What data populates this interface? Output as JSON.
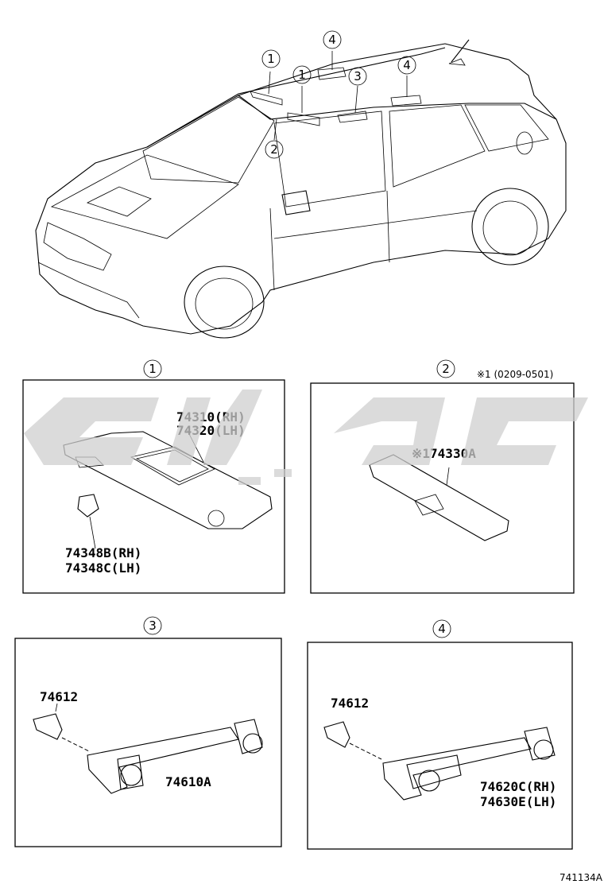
{
  "callouts": {
    "c1": "1",
    "c2": "2",
    "c3": "3",
    "c4": "4"
  },
  "panels": {
    "p1": {
      "label_a": "74310(RH)",
      "label_b": "74320(LH)",
      "label_c": "74348B(RH)",
      "label_d": "74348C(LH)"
    },
    "p2": {
      "note": "※1 (0209-0501)",
      "label_a": "※174330A"
    },
    "p3": {
      "label_a": "74612",
      "label_b": "74610A"
    },
    "p4": {
      "label_a": "74612",
      "label_b": "74620C(RH)",
      "label_c": "74630E(LH)"
    }
  },
  "figure_id": "741134A"
}
